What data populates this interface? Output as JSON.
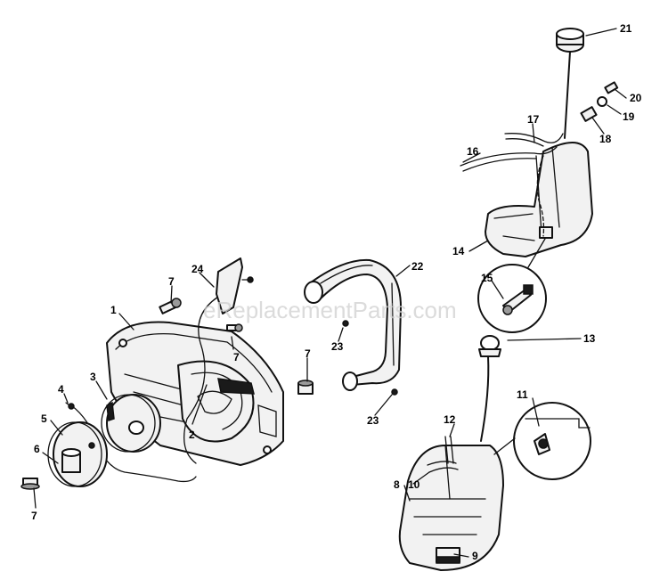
{
  "watermark": "eReplacementParts.com",
  "callouts": {
    "c1": "1",
    "c2": "2",
    "c3": "3",
    "c4": "4",
    "c5": "5",
    "c6": "6",
    "c7a": "7",
    "c7b": "7",
    "c7c": "7",
    "c7d": "7",
    "c8": "8",
    "c9": "9",
    "c10": "10",
    "c11": "11",
    "c12": "12",
    "c13": "13",
    "c14": "14",
    "c15": "15",
    "c16": "16",
    "c17": "17",
    "c18": "18",
    "c19": "19",
    "c20": "20",
    "c21": "21",
    "c22": "22",
    "c23a": "23",
    "c23b": "23",
    "c24": "24"
  }
}
